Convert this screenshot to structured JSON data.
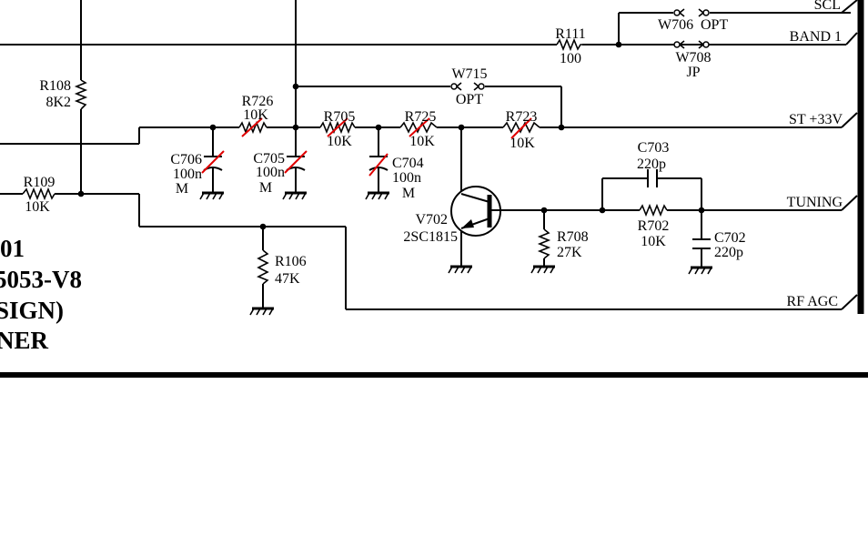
{
  "title_block": {
    "line1": "01",
    "line2": "5053-V8",
    "line3": "SIGN)",
    "line4": "NER"
  },
  "connectors": {
    "scl": "SCL",
    "band1": "BAND 1",
    "st33v": "ST +33V",
    "tuning": "TUNING",
    "rf_agc": "RF AGC"
  },
  "components": {
    "r111": {
      "ref": "R111",
      "value": "100"
    },
    "w706": {
      "ref": "W706",
      "value": "OPT"
    },
    "w708": {
      "ref": "W708",
      "value": "JP"
    },
    "r108": {
      "ref": "R108",
      "value": "8K2"
    },
    "w715": {
      "ref": "W715",
      "value": "OPT"
    },
    "r726": {
      "ref": "R726",
      "value": "10K"
    },
    "r705": {
      "ref": "R705",
      "value": "10K"
    },
    "r725": {
      "ref": "R725",
      "value": "10K"
    },
    "r723": {
      "ref": "R723",
      "value": "10K"
    },
    "c706": {
      "ref": "C706",
      "value": "100n",
      "tol": "M"
    },
    "c705": {
      "ref": "C705",
      "value": "100n",
      "tol": "M"
    },
    "c704": {
      "ref": "C704",
      "value": "100n",
      "tol": "M"
    },
    "c703": {
      "ref": "C703",
      "value": "220p"
    },
    "r109": {
      "ref": "R109",
      "value": "10K"
    },
    "v702": {
      "ref": "V702",
      "value": "2SC1815"
    },
    "r708": {
      "ref": "R708",
      "value": "27K"
    },
    "r702": {
      "ref": "R702",
      "value": "10K"
    },
    "c702": {
      "ref": "C702",
      "value": "220p"
    },
    "r106": {
      "ref": "R106",
      "value": "47K"
    }
  },
  "colors": {
    "ink": "#000000",
    "mark": "#e00000",
    "paper": "#ffffff"
  }
}
